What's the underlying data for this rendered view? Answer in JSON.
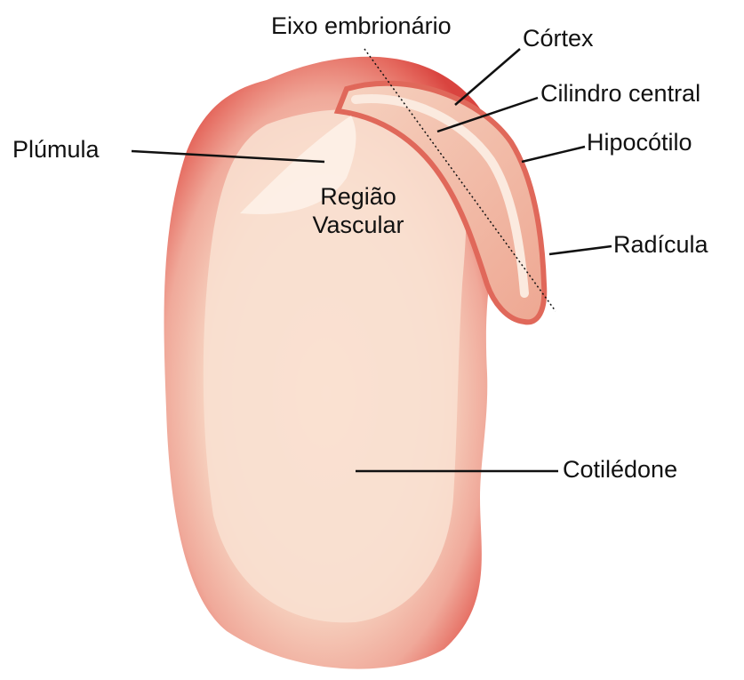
{
  "image": {
    "subject": "seed-cross-section",
    "colors": {
      "background": "#ffffff",
      "outer_rim": "#e0504a",
      "inner_flesh": "#f7d8c6",
      "axis": "#f3c0aa",
      "leader_line": "#111111"
    }
  },
  "labels": {
    "eixo": "Eixo embrionário",
    "cortex": "Córtex",
    "cilindro": "Cilindro central",
    "hipocotilo": "Hipocótilo",
    "radicula": "Radícula",
    "plumula": "Plúmula",
    "regiao_line1": "Região",
    "regiao_line2": "Vascular",
    "cotiledone": "Cotilédone"
  }
}
